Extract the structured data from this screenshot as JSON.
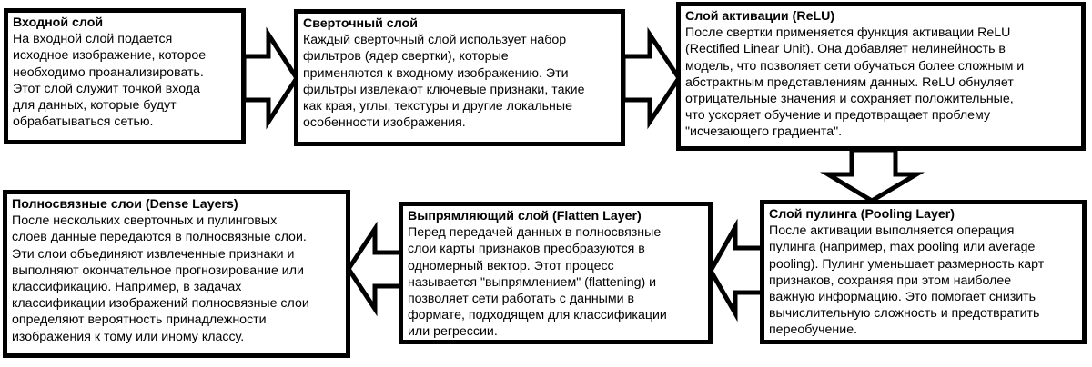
{
  "diagram": {
    "type": "flowchart",
    "nodes": [
      {
        "id": "input",
        "title": "Входной слой",
        "text": "На входной слой подается\nисходное изображение, которое\nнеобходимо проанализировать.\nЭтот слой служит точкой входа\nдля данных, которые будут\nобрабатываться сетью."
      },
      {
        "id": "conv",
        "title": "Сверточный слой",
        "text": "Каждый сверточный слой использует набор\nфильтров (ядер свертки), которые\nприменяются к входному изображению. Эти\nфильтры извлекают ключевые признаки, такие\nкак края, углы, текстуры и другие локальные\nособенности изображения."
      },
      {
        "id": "relu",
        "title": "Слой активации (ReLU)",
        "text": "После свертки применяется функция активации ReLU\n(Rectified Linear Unit). Она добавляет нелинейность в\nмодель, что позволяет сети обучаться более сложным и\nабстрактным представлениям данных. ReLU обнуляет\nотрицательные значения и сохраняет положительные,\nчто ускоряет обучение и предотвращает проблему\n\"исчезающего градиента\"."
      },
      {
        "id": "dense",
        "title": "Полносвязные слои (Dense Layers)",
        "text": "После нескольких сверточных и пулинговых\nслоев данные передаются в полносвязные слои.\nЭти слои объединяют извлеченные признаки и\nвыполняют окончательное прогнозирование или\nклассификацию. Например, в задачах\nклассификации изображений полносвязные слои\nопределяют вероятность принадлежности\nизображения к тому или иному классу."
      },
      {
        "id": "flatten",
        "title": "Выпрямляющий слой (Flatten Layer)",
        "text": "Перед передачей данных в полносвязные\nслои карты признаков преобразуются в\nодномерный вектор. Этот процесс\nназывается \"выпрямлением\" (flattening) и\nпозволяет сети работать с данными в\nформате, подходящем для классификации\nили регрессии."
      },
      {
        "id": "pooling",
        "title": "Слой пулинга (Pooling Layer)",
        "text": "После активации выполняется операция\nпулинга (например, max pooling или average\npooling). Пулинг уменьшает размерность карт\nпризнаков, сохраняя при этом наиболее\nважную информацию. Это помогает снизить\nвычислительную сложность и предотвратить\nпереобучение."
      }
    ],
    "edges": [
      {
        "from": "input",
        "to": "conv",
        "direction": "right"
      },
      {
        "from": "conv",
        "to": "relu",
        "direction": "right"
      },
      {
        "from": "relu",
        "to": "pooling",
        "direction": "down"
      },
      {
        "from": "pooling",
        "to": "flatten",
        "direction": "left"
      },
      {
        "from": "flatten",
        "to": "dense",
        "direction": "left"
      }
    ],
    "colors": {
      "stroke": "#000000",
      "fill": "#ffffff",
      "text": "#000000"
    }
  }
}
